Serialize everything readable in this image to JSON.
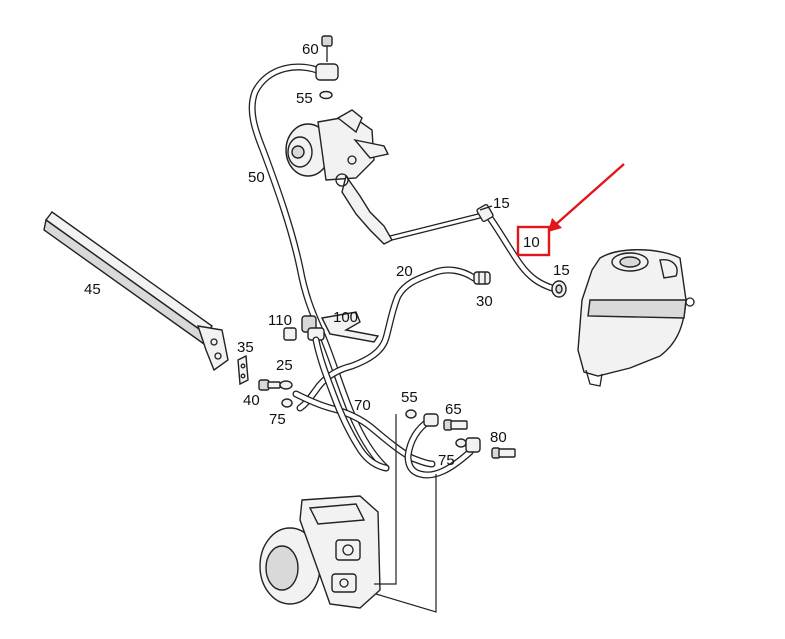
{
  "labels": {
    "p10": "10",
    "p15a": "15",
    "p15b": "15",
    "p20": "20",
    "p25": "25",
    "p30": "30",
    "p35": "35",
    "p40": "40",
    "p45": "45",
    "p50": "50",
    "p55a": "55",
    "p55b": "55",
    "p60": "60",
    "p65": "65",
    "p70": "70",
    "p75a": "75",
    "p75b": "75",
    "p80": "80",
    "p100": "100",
    "p110": "110"
  },
  "colors": {
    "highlight": "#e0161b",
    "line": "#222222",
    "background": "#ffffff"
  }
}
